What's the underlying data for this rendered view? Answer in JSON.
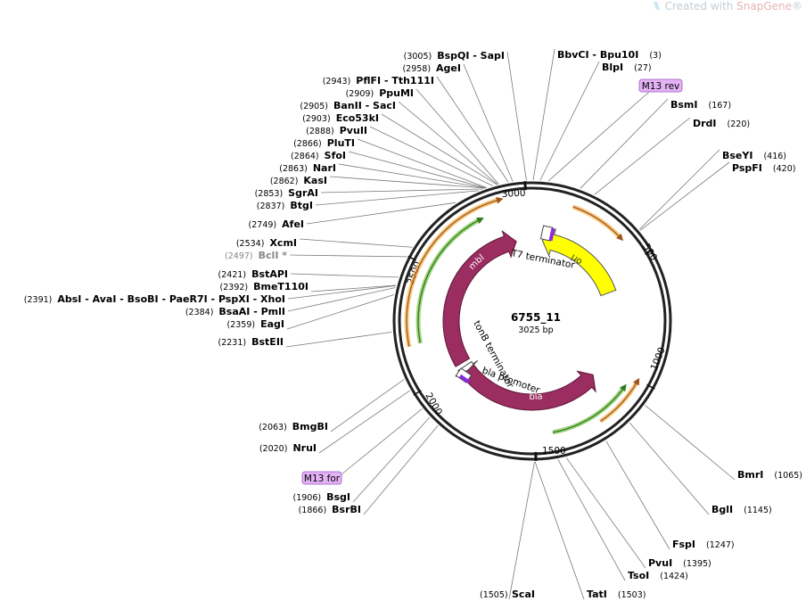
{
  "watermark": {
    "prefix": "Created with ",
    "brand": "SnapGene",
    "suffix": "®"
  },
  "plasmid": {
    "name": "6755_11",
    "length_label": "3025 bp",
    "total_bp": 3025
  },
  "ticks": [
    "500",
    "1000",
    "1500",
    "2000",
    "2500",
    "3000"
  ],
  "features": {
    "t7_terminator": "T7 terminator",
    "tonb_terminator": "tonB terminator",
    "bla_promoter": "bla promoter",
    "ori": "ori",
    "bla": "bla",
    "mbl": "mbl"
  },
  "primers": {
    "rev": "M13 rev",
    "fwd": "M13 for"
  },
  "colors": {
    "cds": "#9b2d61",
    "ori": "#ffff00",
    "promoter": "#ffffff",
    "terminator": "#8a2be2",
    "primer": "#e4b3f5",
    "orange_ring": "#f2b24a",
    "green_ring": "#7cc24b"
  },
  "sites": [
    {
      "name": "BbvCI",
      "partner": "Bpu10I",
      "pos": "(3)"
    },
    {
      "name": "BlpI",
      "pos": "(27)"
    },
    {
      "name": "BsmI",
      "pos": "(167)"
    },
    {
      "name": "DrdI",
      "pos": "(220)"
    },
    {
      "name": "BseYI",
      "pos": "(416)"
    },
    {
      "name": "PspFI",
      "pos": "(420)"
    },
    {
      "name": "BmrI",
      "pos": "(1065)"
    },
    {
      "name": "BglI",
      "pos": "(1145)"
    },
    {
      "name": "FspI",
      "pos": "(1247)"
    },
    {
      "name": "PvuI",
      "pos": "(1395)"
    },
    {
      "name": "TsoI",
      "pos": "(1424)"
    },
    {
      "name": "TatI",
      "pos": "(1503)"
    },
    {
      "name": "ScaI",
      "pos": "(1505)"
    },
    {
      "name": "BsrBI",
      "pos": "(1866)"
    },
    {
      "name": "BsgI",
      "pos": "(1906)"
    },
    {
      "name": "NruI",
      "pos": "(2020)"
    },
    {
      "name": "BmgBI",
      "pos": "(2063)"
    },
    {
      "name": "BstEII",
      "pos": "(2231)"
    },
    {
      "name": "EagI",
      "pos": "(2359)"
    },
    {
      "name": "BsaAI",
      "partner": "PmlI",
      "pos": "(2384)"
    },
    {
      "name": "AbsI",
      "partners": [
        "AvaI",
        "BsoBI",
        "PaeR7I",
        "PspXI",
        "XhoI"
      ],
      "pos": "(2391)"
    },
    {
      "name": "BmeT110I",
      "pos": "(2392)"
    },
    {
      "name": "BstAPI",
      "pos": "(2421)"
    },
    {
      "name": "BclI",
      "suffix": "*",
      "pos": "(2497)"
    },
    {
      "name": "XcmI",
      "pos": "(2534)"
    },
    {
      "name": "AfeI",
      "pos": "(2749)"
    },
    {
      "name": "BtgI",
      "pos": "(2837)"
    },
    {
      "name": "SgrAI",
      "pos": "(2853)"
    },
    {
      "name": "KasI",
      "pos": "(2862)"
    },
    {
      "name": "NarI",
      "pos": "(2863)"
    },
    {
      "name": "SfoI",
      "pos": "(2864)"
    },
    {
      "name": "PluTI",
      "pos": "(2866)"
    },
    {
      "name": "PvuII",
      "pos": "(2888)"
    },
    {
      "name": "Eco53kI",
      "pos": "(2903)"
    },
    {
      "name": "BanII",
      "partner": "SacI",
      "pos": "(2905)"
    },
    {
      "name": "PpuMI",
      "pos": "(2909)"
    },
    {
      "name": "PflFI",
      "partner": "Tth111I",
      "pos": "(2943)"
    },
    {
      "name": "AgeI",
      "pos": "(2958)"
    },
    {
      "name": "BspQI",
      "partner": "SapI",
      "pos": "(3005)"
    }
  ]
}
